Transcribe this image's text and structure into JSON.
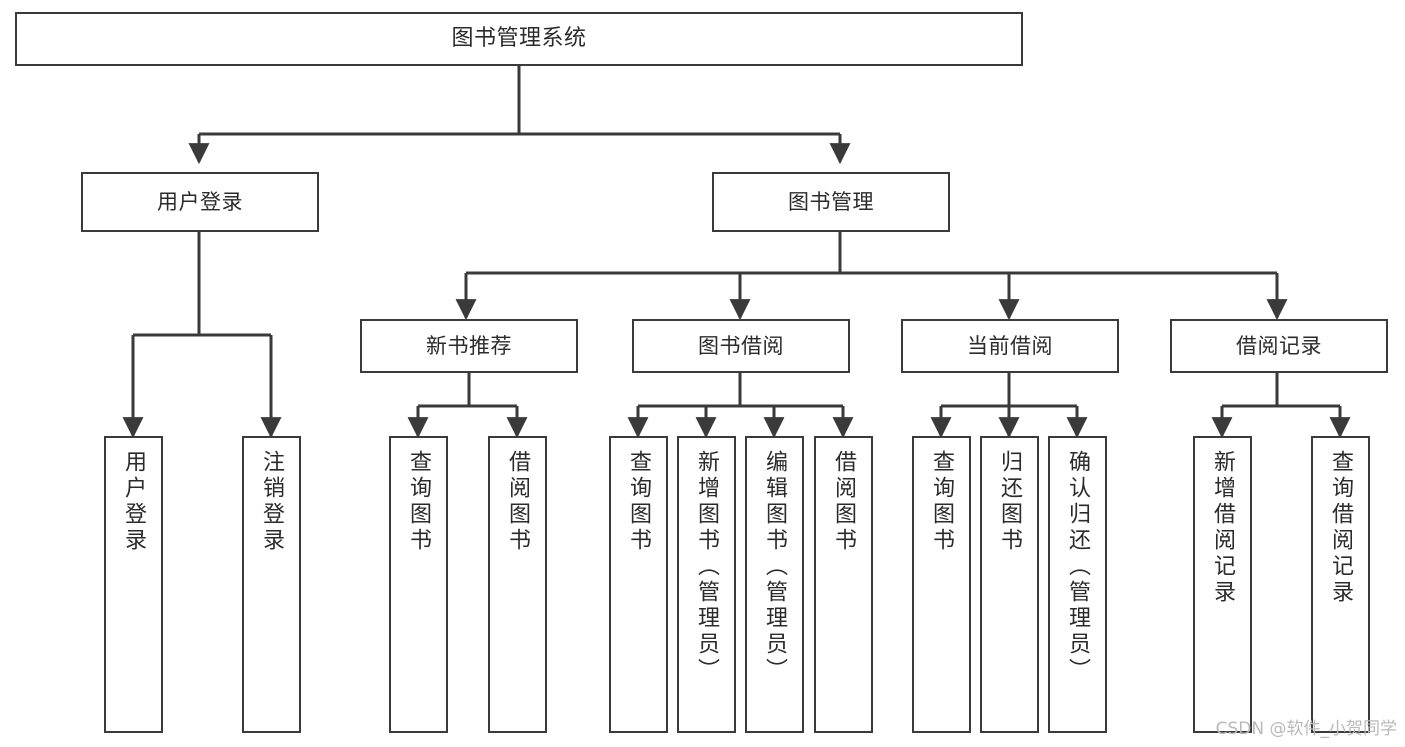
{
  "diagram": {
    "title": "图书管理系统",
    "type": "tree",
    "watermark": "CSDN @软件_小贺同学",
    "colors": {
      "background": "#ffffff",
      "box_border": "#3a3a3a",
      "box_fill": "#ffffff",
      "edge": "#3a3a3a",
      "text": "#2b2b2b",
      "watermark": "#b9b9b9"
    },
    "nodes": {
      "root": {
        "label": "图书管理系统"
      },
      "level1": [
        {
          "label": "用户登录"
        },
        {
          "label": "图书管理"
        }
      ],
      "level2": [
        {
          "label": "新书推荐"
        },
        {
          "label": "图书借阅"
        },
        {
          "label": "当前借阅"
        },
        {
          "label": "借阅记录"
        }
      ],
      "leaves": {
        "user_login": [
          {
            "label": "用户登录"
          },
          {
            "label": "注销登录"
          }
        ],
        "new_book_recommend": [
          {
            "label": "查询图书"
          },
          {
            "label": "借阅图书"
          }
        ],
        "book_borrow": [
          {
            "label": "查询图书"
          },
          {
            "label": "新增图书（管理员）"
          },
          {
            "label": "编辑图书（管理员）"
          },
          {
            "label": "借阅图书"
          }
        ],
        "current_borrow": [
          {
            "label": "查询图书"
          },
          {
            "label": "归还图书"
          },
          {
            "label": "确认归还（管理员）"
          }
        ],
        "borrow_record": [
          {
            "label": "新增借阅记录"
          },
          {
            "label": "查询借阅记录"
          }
        ]
      }
    }
  }
}
